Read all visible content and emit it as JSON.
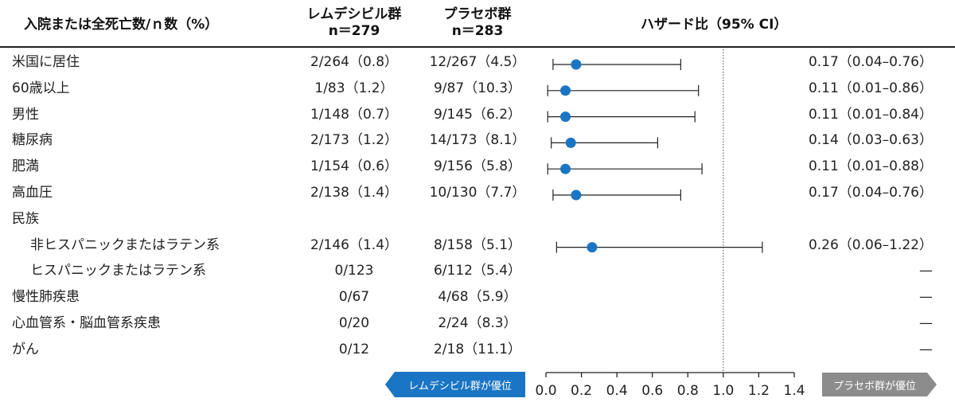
{
  "headers": {
    "subgroup": "入院または全死亡数/ｎ数（%）",
    "remdesivir_line1": "レムデシビル群",
    "remdesivir_line2": "n＝279",
    "placebo_line1": "プラセボ群",
    "placebo_line2": "n＝283",
    "hazard": "ハザード比（95% CI）"
  },
  "favors": {
    "left": "レムデシビル群が優位",
    "right": "プラセボ群が優位",
    "left_color": "#1a75c4",
    "right_color": "#8c8c8c"
  },
  "rows": [
    {
      "label": "米国に居住",
      "remdesivir": "2/264（0.8）",
      "placebo": "12/267（4.5）",
      "hr_text": "0.17（0.04–0.76）"
    },
    {
      "label": "60歳以上",
      "remdesivir": "1/83（1.2）",
      "placebo": "9/87（10.3）",
      "hr_text": "0.11（0.01–0.86）"
    },
    {
      "label": "男性",
      "remdesivir": "1/148（0.7）",
      "placebo": "9/145（6.2）",
      "hr_text": "0.11（0.01–0.84）"
    },
    {
      "label": "糖尿病",
      "remdesivir": "2/173（1.2）",
      "placebo": "14/173（8.1）",
      "hr_text": "0.14（0.03–0.63）"
    },
    {
      "label": "肥満",
      "remdesivir": "1/154（0.6）",
      "placebo": "9/156（5.8）",
      "hr_text": "0.11（0.01–0.88）"
    },
    {
      "label": "高血圧",
      "remdesivir": "2/138（1.4）",
      "placebo": "10/130（7.7）",
      "hr_text": "0.17（0.04–0.76）"
    },
    {
      "label": "民族",
      "remdesivir": "",
      "placebo": "",
      "hr_text": ""
    },
    {
      "label": "非ヒスパニックまたはラテン系",
      "remdesivir": "2/146（1.4）",
      "placebo": "8/158（5.1）",
      "hr_text": "0.26（0.06–1.22）",
      "indent": true
    },
    {
      "label": "ヒスパニックまたはラテン系",
      "remdesivir": "0/123",
      "placebo": "6/112（5.4）",
      "hr_text": "—",
      "indent": true
    },
    {
      "label": "慢性肺疾患",
      "remdesivir": "0/67",
      "placebo": "4/68（5.9）",
      "hr_text": "—"
    },
    {
      "label": "心血管系・脳血管系疾患",
      "remdesivir": "0/20",
      "placebo": "2/24（8.3）",
      "hr_text": "—"
    },
    {
      "label": "がん",
      "remdesivir": "0/12",
      "placebo": "2/18（11.1）",
      "hr_text": "—"
    }
  ],
  "chart_data": {
    "type": "forest",
    "x_ticks": [
      "0.0",
      "0.2",
      "0.4",
      "0.6",
      "0.8",
      "1.0",
      "1.2",
      "1.4"
    ],
    "xlim": [
      0,
      1.4
    ],
    "reference_line": 1.0,
    "point_color": "#1a75c4",
    "series": [
      {
        "category": "米国に居住",
        "hr": 0.17,
        "lo": 0.04,
        "hi": 0.76
      },
      {
        "category": "60歳以上",
        "hr": 0.11,
        "lo": 0.01,
        "hi": 0.86
      },
      {
        "category": "男性",
        "hr": 0.11,
        "lo": 0.01,
        "hi": 0.84
      },
      {
        "category": "糖尿病",
        "hr": 0.14,
        "lo": 0.03,
        "hi": 0.63
      },
      {
        "category": "肥満",
        "hr": 0.11,
        "lo": 0.01,
        "hi": 0.88
      },
      {
        "category": "高血圧",
        "hr": 0.17,
        "lo": 0.04,
        "hi": 0.76
      },
      {
        "category": "民族",
        "hr": null,
        "lo": null,
        "hi": null
      },
      {
        "category": "非ヒスパニックまたはラテン系",
        "hr": 0.26,
        "lo": 0.06,
        "hi": 1.22
      },
      {
        "category": "ヒスパニックまたはラテン系",
        "hr": null,
        "lo": null,
        "hi": null
      },
      {
        "category": "慢性肺疾患",
        "hr": null,
        "lo": null,
        "hi": null
      },
      {
        "category": "心血管系・脳血管系疾患",
        "hr": null,
        "lo": null,
        "hi": null
      },
      {
        "category": "がん",
        "hr": null,
        "lo": null,
        "hi": null
      }
    ]
  }
}
